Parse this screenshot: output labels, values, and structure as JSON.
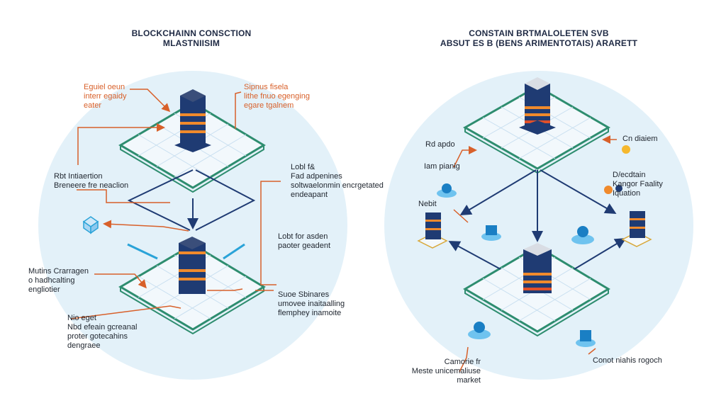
{
  "colors": {
    "background": "#ffffff",
    "circle": "#e3f1f9",
    "platform_top": "#f2f8fc",
    "platform_edge": "#2e8d6f",
    "grid": "#c9dff0",
    "tower": "#1f3b73",
    "accent": "#f08a2c",
    "callout_line": "#d8602a",
    "flow_line": "#1f3b73"
  },
  "left_panel": {
    "title_line1": "BLOCKCHAINN CONSCTION",
    "title_line2": "MLASTNIISIM",
    "labels": {
      "top_left": "Eguiel oeun\ninterr egaidy\neater",
      "top_right": "Sipnus fisela\nlithe fnuo egenging\negare tgalnem",
      "mid_left": "Rbt Intiaertion\nBreneere fre neaclion",
      "mid_right_top": "Lobl f&\nFad adpenines\nsoltwaelonmin encrgetated\nendeapant",
      "mid_right_bottom": "Lobt for asden\npaoter geadent",
      "bottom_left_top": "Mutins Crarragen\no hadhcalting\nengliotier",
      "bottom_left_bottom": "Nio eget\nNbd efeain gcreanal\nproter gotecahins\ndengraee",
      "bottom_right": "Suoe Sbinares\numovee inaitaalling\nflemphey inamoite"
    }
  },
  "right_panel": {
    "title_line1": "CONSTAIN BRTMALOLETEN SVB",
    "title_line2": "ABSUT ES B (BENS ARIMENTOTAIS) ARARETT",
    "labels": {
      "node_a": "Rd apdo",
      "node_b": "Iam pianig",
      "node_c": "Nebit",
      "top_right": "Cn diaiem",
      "mid_right": "D/ecdtain\nKangor Faality\nIquation",
      "bottom_mid": "Camorie fr\nMeste unicemaliuse market",
      "bottom_right": "Conot niahis rogoch"
    }
  }
}
